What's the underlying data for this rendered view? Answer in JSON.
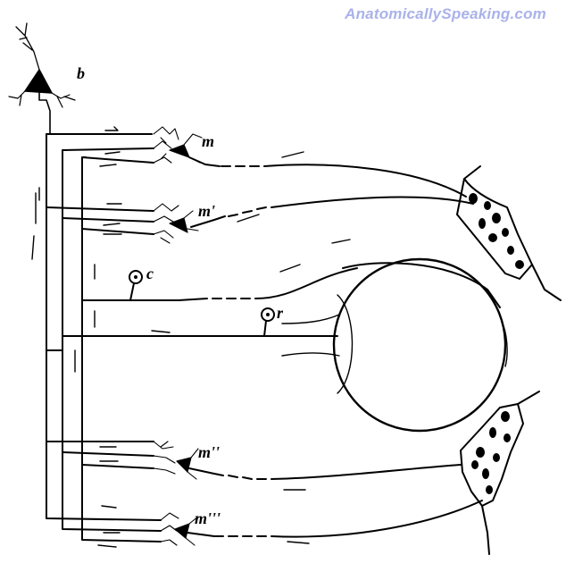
{
  "watermark": "AnatomicallySpeaking.com",
  "labels": {
    "b": "b",
    "m": "m",
    "m1": "m'",
    "c": "c",
    "r": "r",
    "m2": "m''",
    "m3": "m'''"
  },
  "ink_color": "#000000",
  "watermark_color": "#a9b2ea"
}
